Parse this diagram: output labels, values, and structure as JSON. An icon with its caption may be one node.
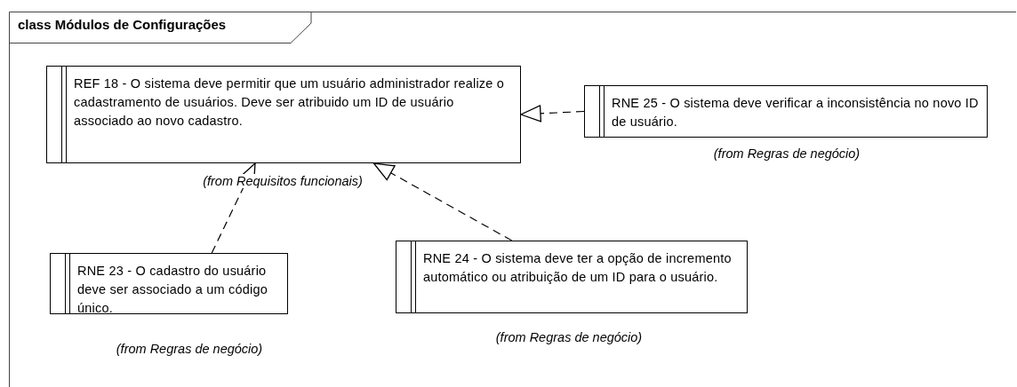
{
  "diagram": {
    "title": "class Módulos de Configurações",
    "nodes": [
      {
        "text": [
          "REF 18 - O sistema deve permitir que um usuário administrador realize o cadastramento de usuários. Deve ser atribuido um ID de usuário associado ao novo cadastro."
        ],
        "beside": [
          "(from Requisitos funcionais)"
        ]
      },
      {
        "text": [
          "RNE 25 -  O sistema deve verificar a inconsistência no novo ID de usuário."
        ],
        "beside": [
          "(from Regras de negócio)"
        ]
      },
      {
        "text": [
          "RNE 23 - O cadastro do usuário deve ser associado a um código único."
        ],
        "beside": [
          "(from Regras de negócio)"
        ]
      },
      {
        "text": [
          "RNE 24 -  O sistema deve ter a opção de incremento automático ou atribuição de um ID para o usuário."
        ],
        "beside": [
          "(from Regras de negócio)"
        ]
      }
    ],
    "edges": [
      {
        "from": 1,
        "to": 0,
        "arrow": "to",
        "style": "dashed"
      },
      {
        "from": 2,
        "to": 0,
        "arrow": "to",
        "style": "dashed"
      },
      {
        "from": 3,
        "to": 0,
        "arrow": "to",
        "style": "dashed"
      }
    ]
  }
}
